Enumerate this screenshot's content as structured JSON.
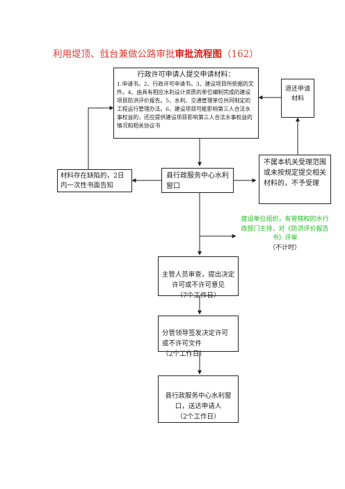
{
  "title": {
    "prefix": "利用堤顶、戗台兼做公路审批",
    "bold": "审批流程图",
    "suffix": "（162）"
  },
  "boxes": {
    "apply": {
      "heading": "行政许可申请人提交申请材料：",
      "body": "1.申请书。2、行政许可申请书。3、建设项目所依据的文件。4、由具有相应水利设计资质的单位编制完成的建设项目防洪评价报告。5、水利、交通管理单位共同制定的工程运行管理办法。6、建设项目可能影响第三人合法水事权益的，还应提供建设项目影响第三人合法水事权益的情况和相关协议书"
    },
    "return": "退还申请材料",
    "window": "县行政服务中心水利窗口",
    "incomplete": "材料存在缺陷的，2日内一次性书面告知",
    "reject": "不属本机关受理范围或未按规定提交相关材料的，不予受理",
    "evaluation": {
      "line1": "建设单位组织，有管辖权的水行政部门主持，对《防洪评价报告书》评审",
      "line2": "（不计时）"
    },
    "review": "主管人员审查，提出决定许可或不许可意见\n（7个工作日）",
    "sign": "分管领导签发决定许可或不许可文件\n（2个工作日）",
    "deliver": "县行政服务中心水利窗口，送达申请人\n（2个工作日）"
  },
  "colors": {
    "title": "#e0403a",
    "evaluation": "#1fbf1f",
    "line": "#222222"
  }
}
